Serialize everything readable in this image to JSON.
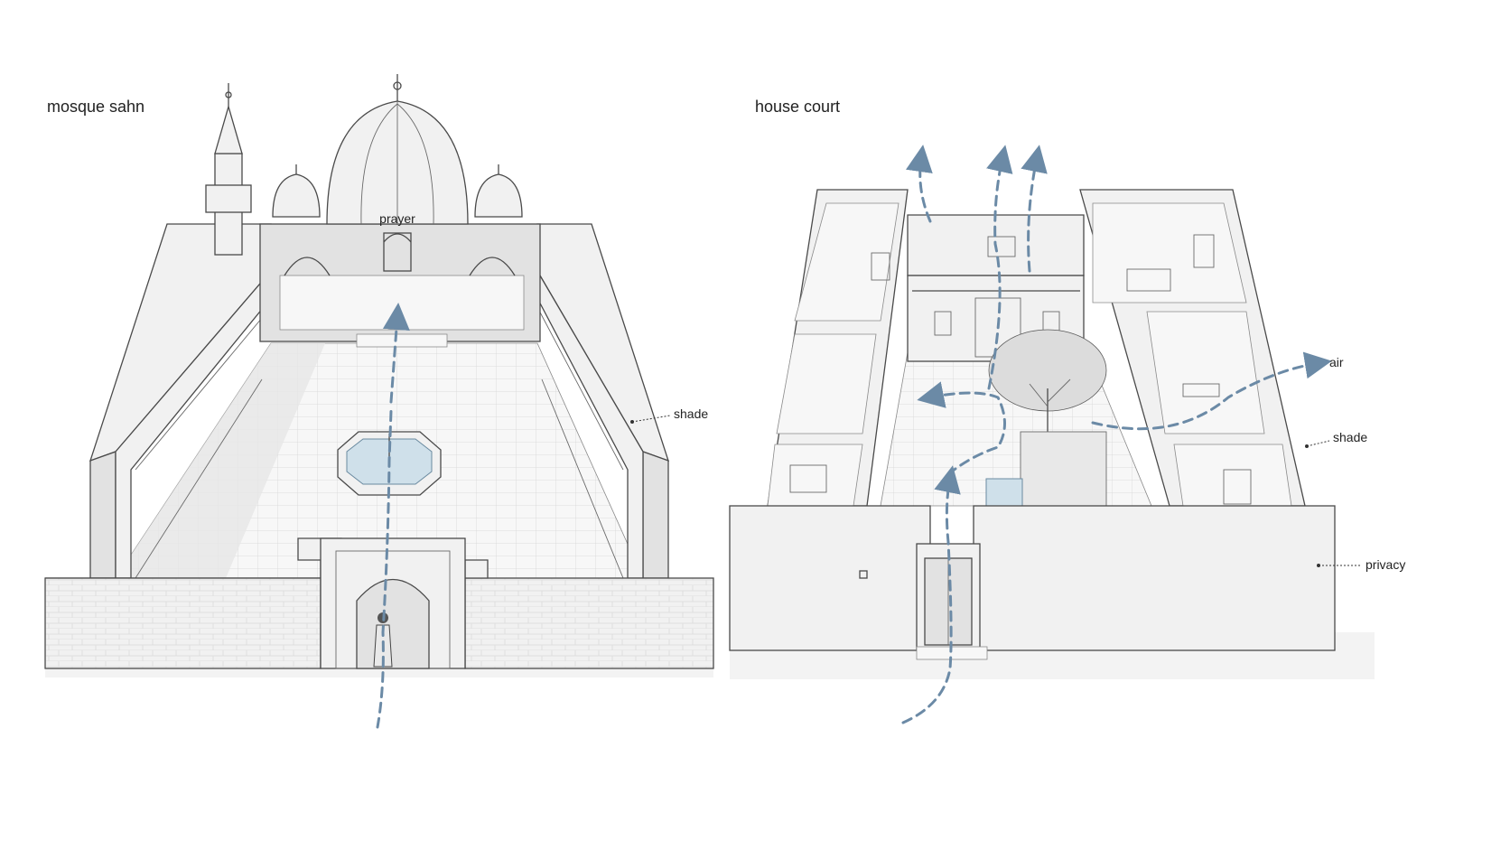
{
  "panels": {
    "mosque": {
      "title": "mosque sahn"
    },
    "house": {
      "title": "house court"
    }
  },
  "annotations": {
    "prayer": "prayer",
    "mosque_shade": "shade",
    "air": "air",
    "house_shade": "shade",
    "privacy": "privacy"
  },
  "colors": {
    "flow_arrow": "#6b8aa6",
    "ink": "#4a4a4a",
    "water": "#cfe0ea"
  }
}
